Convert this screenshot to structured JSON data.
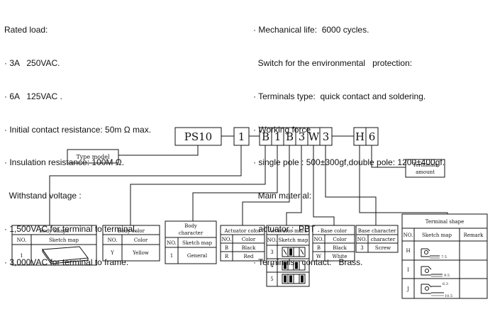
{
  "specs_left": [
    "Rated load:",
    "· 3A   250VAC.",
    "· 6A   125VAC .",
    "· Initial contact resistance: 50m Ω max.",
    "· Insulation resistance: 100M Ω.",
    "  Withstand voltage :",
    "· 1,500VAC for terminal to terminal.",
    "· 3,000VAC for terminal to frame."
  ],
  "specs_right": [
    "· Mechanical life:  6000 cycles.",
    "  Switch for the environmental   protection:",
    "· Terminals type:  quick contact and soldering.",
    "· Working force",
    "· single pole : 500±300gf,double pole: 1200±400gf.",
    "  Main material:",
    "· actuator :  PBT .",
    "· Terminals   contact:   Brass."
  ],
  "code": {
    "model": "PS10",
    "digit": "1",
    "letters": [
      "B",
      "1",
      "B",
      "3",
      "W",
      "3"
    ],
    "terminal_letter": "H",
    "terminal_amount": "6"
  },
  "callouts": {
    "type_model": "Type model",
    "terminals_amount": [
      "Terminals",
      "amount"
    ]
  },
  "tables": {
    "body_shape": {
      "title": "Body Shape",
      "headers": [
        "NO.",
        "Sketch map"
      ],
      "rows": [
        [
          "1",
          ""
        ]
      ]
    },
    "body_color": {
      "title": "Body color",
      "headers": [
        "NO.",
        "Color"
      ],
      "rows": [
        [
          "Y",
          "Yellow"
        ]
      ]
    },
    "body_character": {
      "title": [
        "Body",
        "character"
      ],
      "headers": [
        "NO.",
        "Sketch map"
      ],
      "rows": [
        [
          "1",
          "General"
        ]
      ]
    },
    "actuator_color": {
      "title": "Actuator color",
      "headers": [
        "NO.",
        "Color"
      ],
      "rows": [
        [
          "B",
          "Black"
        ],
        [
          "R",
          "Red"
        ]
      ]
    },
    "actuator_mark": {
      "title": "Acturator mark",
      "headers": [
        "NO.",
        "Sketch map"
      ],
      "rows": [
        "3",
        "4",
        "5"
      ]
    },
    "base_color": {
      "title": "Base color",
      "headers": [
        "NO.",
        "Color"
      ],
      "rows": [
        [
          "B",
          "Black"
        ],
        [
          "W",
          "White"
        ]
      ]
    },
    "base_character": {
      "title": "Base character",
      "headers": [
        "NO.",
        "character"
      ],
      "rows": [
        [
          "3",
          "Screw"
        ]
      ]
    },
    "terminal_shape": {
      "title": "Terminal shape",
      "headers": [
        "NO.",
        "Sketch map",
        "Remark"
      ],
      "rows": [
        "H",
        "I",
        "J"
      ],
      "dims": [
        "7.5",
        "9.5",
        "6.3",
        "10.5"
      ]
    }
  }
}
